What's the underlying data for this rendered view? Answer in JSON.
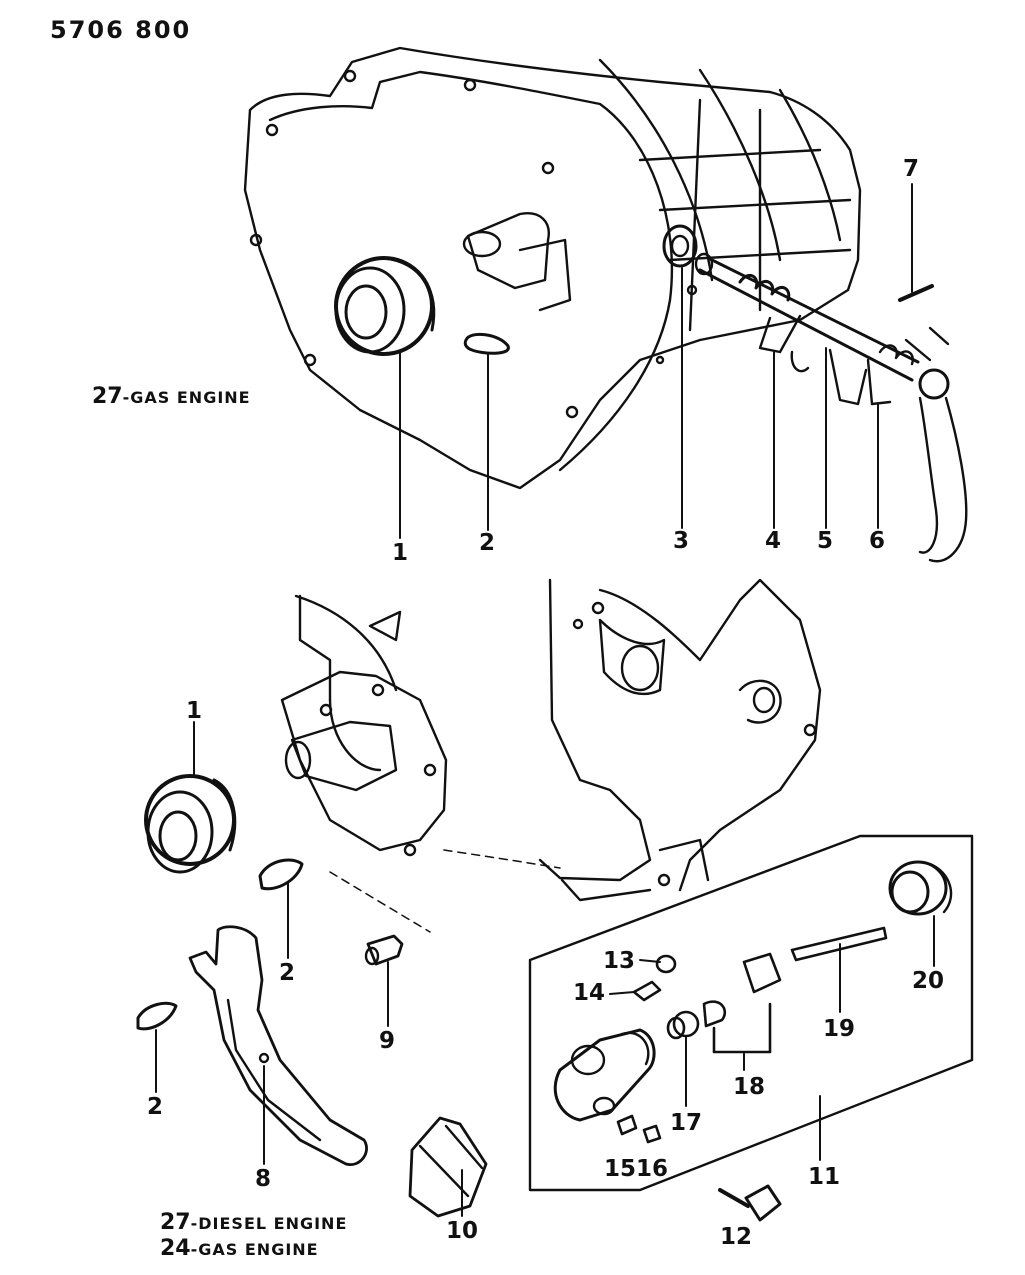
{
  "header": {
    "text": "5706  800"
  },
  "notes": {
    "top_code": "27",
    "top_text": "-GAS ENGINE",
    "bottom_code_1": "27",
    "bottom_text_1": "-DIESEL ENGINE",
    "bottom_code_2": "24",
    "bottom_text_2": "-GAS ENGINE"
  },
  "callouts": {
    "top": [
      "1",
      "2",
      "3",
      "4",
      "5",
      "6",
      "7"
    ],
    "bottom": [
      "1",
      "2",
      "2",
      "9",
      "8",
      "10",
      "13",
      "14",
      "15",
      "16",
      "17",
      "18",
      "19",
      "20",
      "11",
      "12"
    ]
  },
  "colors": {
    "ink": "#111111",
    "paper": "#ffffff"
  },
  "icons": {
    "bearing": "release-bearing-icon",
    "clip": "clip-icon",
    "fork": "release-fork-icon",
    "cylinder": "slave-cylinder-icon"
  }
}
